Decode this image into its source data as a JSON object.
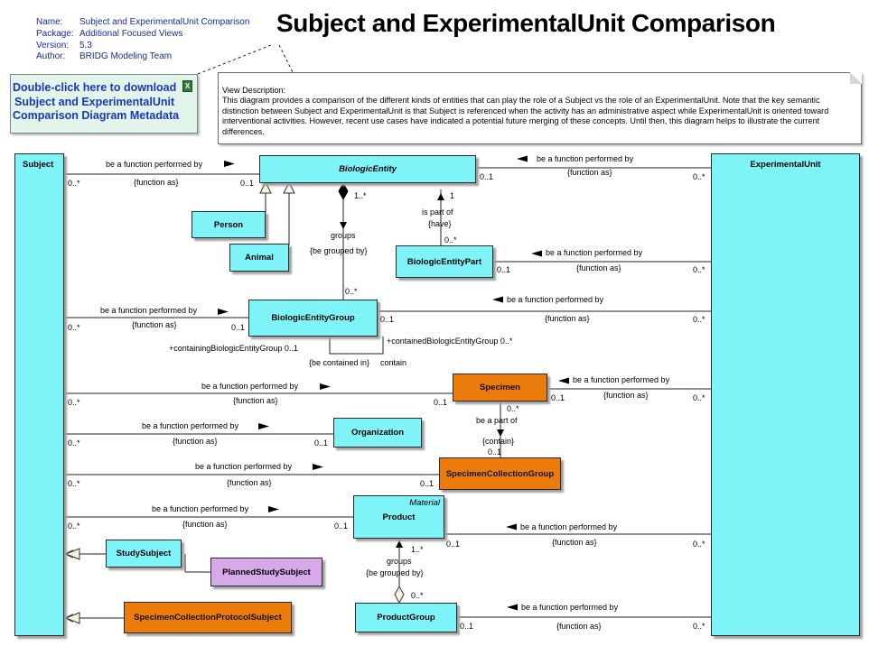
{
  "meta": {
    "name_key": "Name:",
    "name": "Subject and ExperimentalUnit Comparison",
    "package_key": "Package:",
    "package": "Additional Focused Views",
    "version_key": "Version:",
    "version": "5.3",
    "author_key": "Author:",
    "author": "BRIDG Modeling Team"
  },
  "title": "Subject and ExperimentalUnit Comparison",
  "download": {
    "line1": "Double-click here to download",
    "line2": "Subject and ExperimentalUnit",
    "line3": "Comparison Diagram Metadata",
    "icon": "excel-icon",
    "icon_glyph": "X"
  },
  "note": {
    "heading": "View Description:",
    "body": "This diagram provides a comparison of the different kinds of entities that can play the role of a Subject vs the role of an ExperimentalUnit.  Note that the key semantic distinction between Subject and ExperimentalUnit is that Subject is referenced when the activity has an administrative aspect while ExperimentalUnit is oriented toward interventional activities.  However, recent use cases have indicated a potential future merging of these concepts.  Until then, this diagram helps to illustrate the current differences."
  },
  "classes": {
    "subject": "Subject",
    "experimental_unit": "ExperimentalUnit",
    "biologic_entity": "BiologicEntity",
    "person": "Person",
    "animal": "Animal",
    "biologic_entity_part": "BiologicEntityPart",
    "biologic_entity_group": "BiologicEntityGroup",
    "specimen": "Specimen",
    "organization": "Organization",
    "specimen_collection_group": "SpecimenCollectionGroup",
    "product": "Product",
    "product_stereotype": "Material",
    "study_subject": "StudySubject",
    "planned_study_subject": "PlannedStudySubject",
    "specimen_collection_protocol_subject": "SpecimenCollectionProtocolSubject",
    "product_group": "ProductGroup"
  },
  "labels": {
    "perf_by": "be a function performed by",
    "function_as": "{function as}",
    "mult_0n": "0..*",
    "mult_01": "0..1",
    "mult_1": "1",
    "mult_1n": "1..*",
    "groups": "groups",
    "be_grouped_by": "{be grouped by}",
    "is_part_of": "is part of",
    "have": "{have}",
    "containing": "+containingBiologicEntityGroup 0..1",
    "contained": "+containedBiologicEntityGroup 0..*",
    "be_contained_in": "{be contained in}",
    "contain_word": "contain",
    "be_a_part_of": "be a part of",
    "contain": "{contain}"
  }
}
